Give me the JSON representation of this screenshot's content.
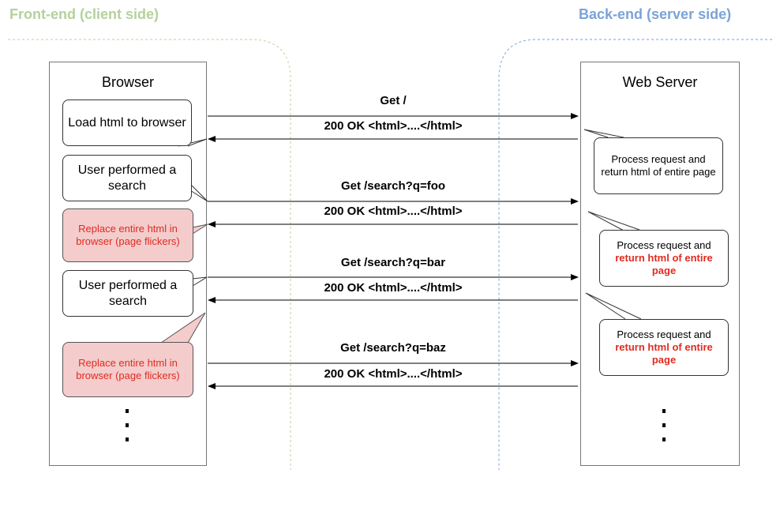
{
  "lanes": {
    "front_title": "Front-end (client side)",
    "back_title": "Back-end (server side)"
  },
  "browser": {
    "title": "Browser",
    "steps": [
      {
        "text": "Load html to browser",
        "style": "plain"
      },
      {
        "text": "User performed a search",
        "style": "plain"
      },
      {
        "text": "Replace entire html in browser (page flickers)",
        "style": "red"
      },
      {
        "text": "User performed a search",
        "style": "plain"
      },
      {
        "text": "Replace entire html in browser (page flickers)",
        "style": "red"
      }
    ]
  },
  "server": {
    "title": "Web Server",
    "notes": [
      {
        "prefix": "Process request and return html of entire page",
        "highlight": ""
      },
      {
        "prefix": "Process request and ",
        "highlight": "return html of entire page"
      },
      {
        "prefix": "Process request and ",
        "highlight": "return html of entire page"
      }
    ]
  },
  "messages": [
    {
      "label": "Get /",
      "direction": "request"
    },
    {
      "label": "200 OK <html>....</html>",
      "direction": "response"
    },
    {
      "label": "Get /search?q=foo",
      "direction": "request"
    },
    {
      "label": "200 OK <html>....</html>",
      "direction": "response"
    },
    {
      "label": "Get /search?q=bar",
      "direction": "request"
    },
    {
      "label": "200 OK <html>....</html>",
      "direction": "response"
    },
    {
      "label": "Get /search?q=baz",
      "direction": "request"
    },
    {
      "label": "200 OK <html>....</html>",
      "direction": "response"
    }
  ],
  "colors": {
    "front_lane": "#b5d19c",
    "back_lane": "#7ba3d6",
    "highlight": "#e02b20",
    "red_fill": "#f4cccc"
  },
  "continuation_icon": "vertical-ellipsis"
}
